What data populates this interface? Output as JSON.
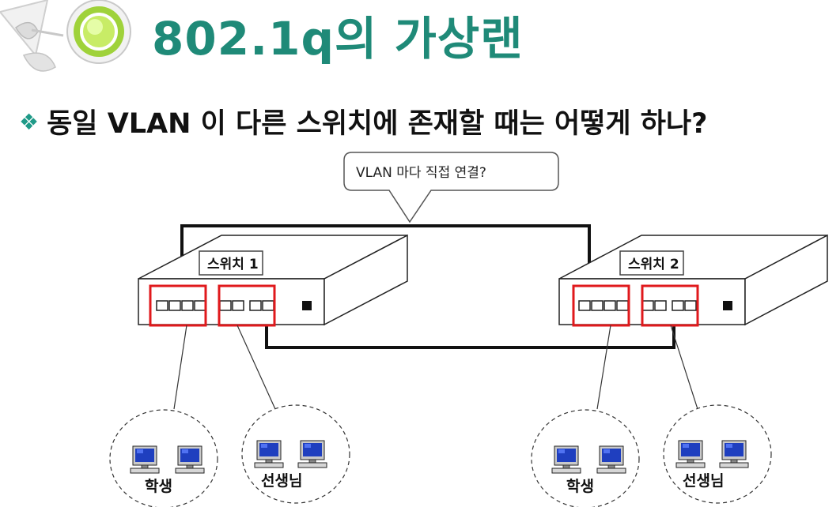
{
  "title": "802.1q의 가상랜",
  "question": "동일 VLAN 이 다른 스위치에 존재할 때는 어떻게 하나?",
  "callout": "VLAN 마다 직접 연결?",
  "switches": [
    {
      "label": "스위치 1"
    },
    {
      "label": "스위치 2"
    }
  ],
  "groups": {
    "student": "학생",
    "teacher": "선생님"
  },
  "colors": {
    "title": "#1f8a78",
    "highlight": "#e0191c",
    "bullet": "#1f9a88"
  }
}
